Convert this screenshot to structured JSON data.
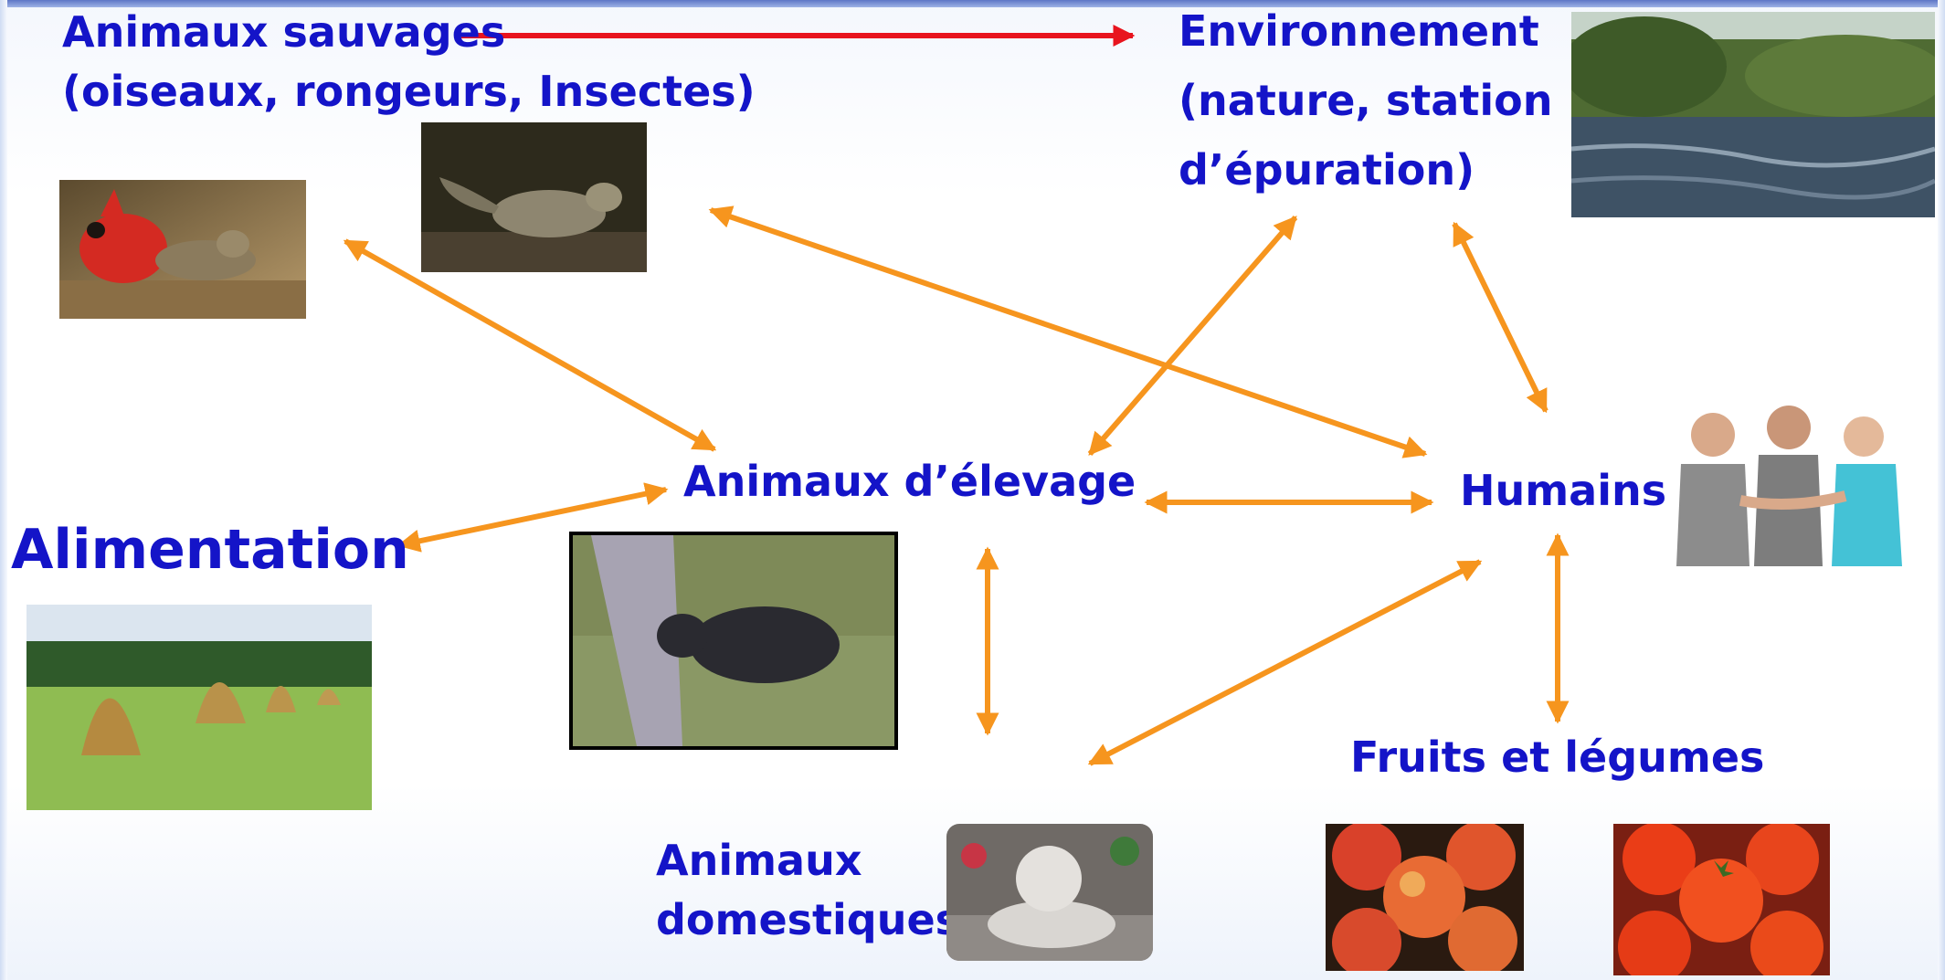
{
  "labels": {
    "wild_animals": [
      "Animaux sauvages",
      "(oiseaux, rongeurs, Insectes)"
    ],
    "environment": [
      "Environnement",
      "(nature, station",
      "d’épuration)"
    ],
    "livestock": "Animaux d’élevage",
    "humans": "Humains",
    "food": "Alimentation",
    "pets": [
      "Animaux",
      "domestiques"
    ],
    "produce": "Fruits et légumes"
  },
  "colors": {
    "label_text": "#1414c8",
    "arrow_orange": "#f6951e",
    "arrow_red": "#e8141e"
  },
  "edges": [
    {
      "from": "wild_animals",
      "to": "environment",
      "direction": "one-way",
      "color": "red"
    },
    {
      "from": "birds",
      "to": "livestock",
      "direction": "two-way",
      "color": "orange"
    },
    {
      "from": "rodents",
      "to": "humans",
      "direction": "two-way",
      "color": "orange"
    },
    {
      "from": "environment",
      "to": "livestock",
      "direction": "two-way",
      "color": "orange"
    },
    {
      "from": "environment",
      "to": "humans",
      "direction": "two-way",
      "color": "orange"
    },
    {
      "from": "food",
      "to": "livestock",
      "direction": "two-way",
      "color": "orange"
    },
    {
      "from": "livestock",
      "to": "humans",
      "direction": "two-way",
      "color": "orange"
    },
    {
      "from": "livestock",
      "to": "pets",
      "direction": "two-way",
      "color": "orange"
    },
    {
      "from": "humans",
      "to": "pets",
      "direction": "two-way",
      "color": "orange"
    },
    {
      "from": "humans",
      "to": "produce",
      "direction": "two-way",
      "color": "orange"
    }
  ]
}
